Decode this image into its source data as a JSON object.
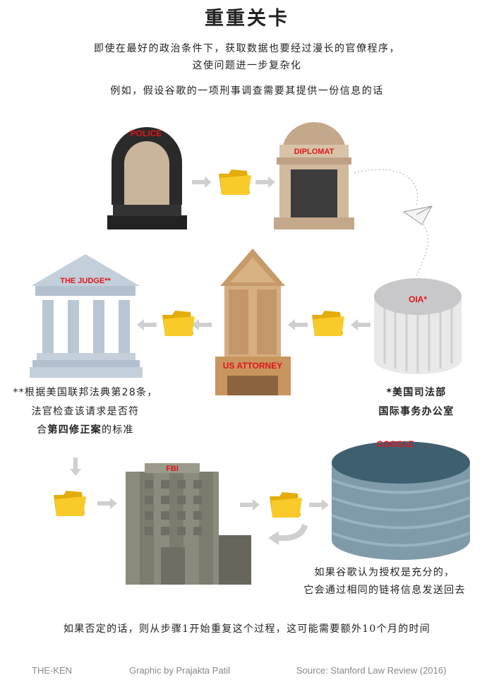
{
  "title": "重重关卡",
  "intro": {
    "line1": "即使在最好的政治条件下，获取数据也要经过漫长的官僚程序，",
    "line2": "这使问题进一步复杂化",
    "line3": "例如，假设谷歌的一项刑事调查需要其提供一份信息的话"
  },
  "nodes": {
    "police": "POLICE",
    "diplomat": "DIPLOMAT",
    "oia": "OIA*",
    "us_attorney": "US ATTORNEY",
    "judge": "THE JUDGE**",
    "fbi": "FBI",
    "google": "GOOGLE"
  },
  "notes": {
    "judge_line1": "**根据美国联邦法典第28条，",
    "judge_line2": "法官检查该请求是否符",
    "judge_line3_pre": "合",
    "judge_line3_bold": "第四修正案",
    "judge_line3_post": "的标准",
    "oia_line1": "*美国司法部",
    "oia_line2": "国际事务办公室",
    "google_line1": "如果谷歌认为授权是充分的，",
    "google_line2": "它会通过相同的链将信息发送回去",
    "bottom": "如果否定的话，则从步骤1开始重复这个过程，这可能需要额外10个月的时间"
  },
  "footer": {
    "brand": "THE-KEN",
    "credit": "Graphic by Prajakta Patil",
    "source": "Source: Stanford Law Review (2016)"
  },
  "colors": {
    "label": "#e0161b",
    "folder": "#f5c518",
    "arrow": "#cfcfcf"
  }
}
